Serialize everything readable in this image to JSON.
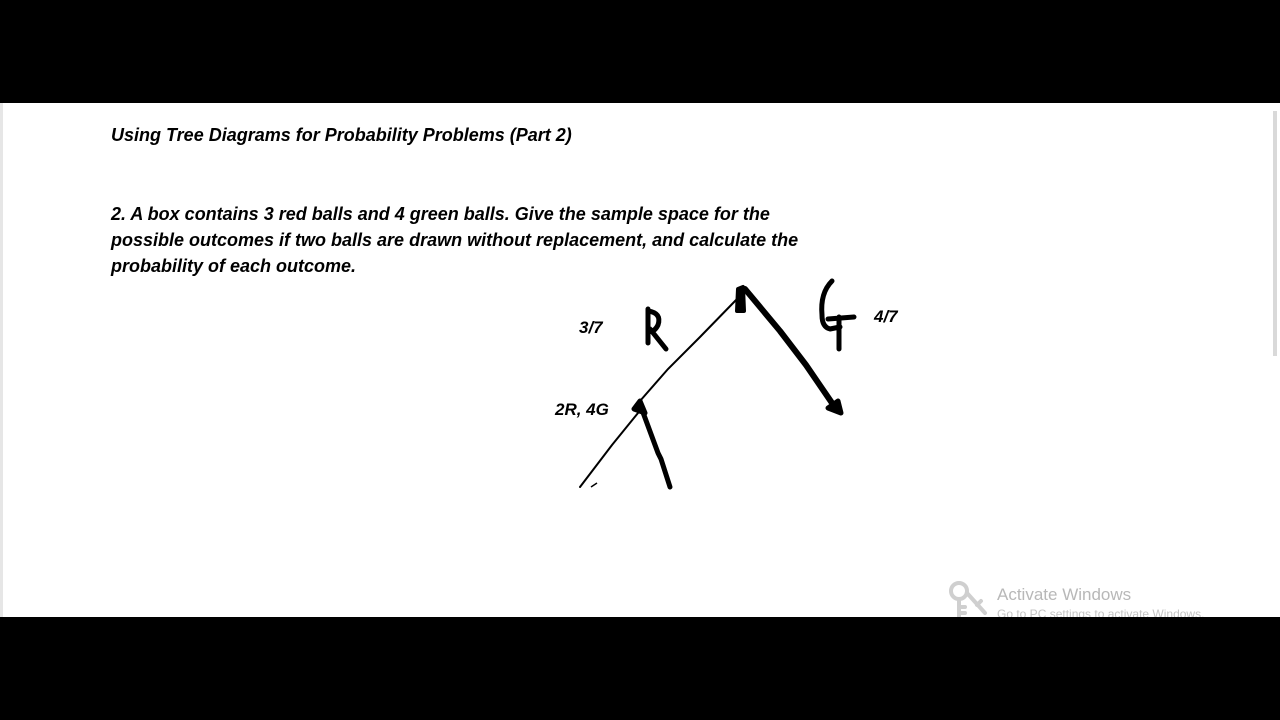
{
  "document": {
    "title": "Using Tree Diagrams for Probability Problems (Part 2)",
    "problem_line_1": "2. A box contains 3 red balls and 4 green balls. Give the sample space for the",
    "problem_line_2": "possible outcomes if two balls are drawn without replacement, and calculate the",
    "problem_line_3": "probability of each outcome."
  },
  "tree": {
    "left_probability": "3/7",
    "right_probability": "4/7",
    "remaining_after_red": "2R, 4G",
    "left_branch_handwritten": "R",
    "right_branch_handwritten": "G",
    "ink_color": "#000000"
  },
  "watermark": {
    "title": "Activate Windows",
    "subtitle": "Go to PC settings to activate Windows.",
    "icon": "key-icon"
  }
}
